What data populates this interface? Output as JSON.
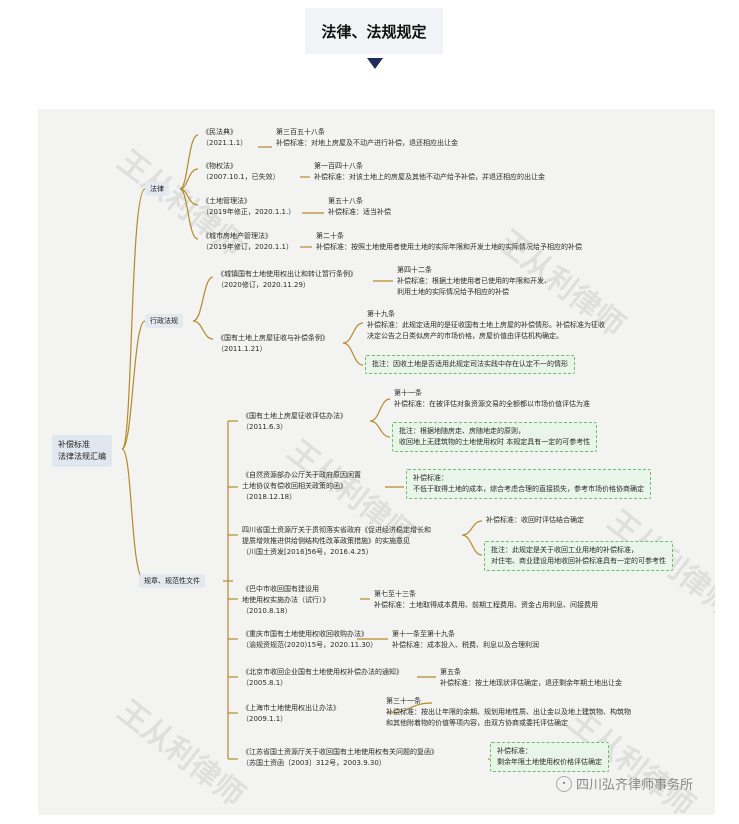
{
  "header": {
    "title": "法律、法规规定"
  },
  "root": {
    "line1": "补偿标准",
    "line2": "法律法规汇编"
  },
  "categories": {
    "law": "法律",
    "admin": "行政法规",
    "rules": "规章、规范性文件"
  },
  "law": [
    {
      "name": "《民法典》",
      "date": "（2021.1.1）",
      "article": "第三百五十八条",
      "detail": "补偿标准：对地上房屋及不动产进行补偿，退还相应出让金"
    },
    {
      "name": "《物权法》",
      "date": "（2007.10.1，已失效）",
      "article": "第一百四十八条",
      "detail": "补偿标准：对该土地上的房屋及其他不动产给予补偿，并退还相应的出让金"
    },
    {
      "name": "《土地管理法》",
      "date": "（2019年修正，2020.1.1.）",
      "article": "第五十八条",
      "detail": "补偿标准：适当补偿"
    },
    {
      "name": "《城市房地产管理法》",
      "date": "（2019年修订，2020.1.1）",
      "article": "第二十条",
      "detail": "补偿标准：按照土地使用者使用土地的实际年限和开发土地的实际情况给予相应的补偿"
    }
  ],
  "admin": [
    {
      "name": "《城镇国有土地使用权出让和转让暂行条例》",
      "date": "（2020修订，2020.11.29）",
      "article": "第四十二条",
      "detail1": "补偿标准：根据土地使用者已使用的年限和开发、",
      "detail2": "利用土地的实际情况给予相应的补偿"
    },
    {
      "name": "《国有土地上房屋征收与补偿条例》",
      "date": "（2011.1.21）",
      "article": "第十九条",
      "detail1": "补偿标准：此规定适用的是征收国有土地上房屋的补偿情形。补偿标准为征收",
      "detail2": "决定公告之日类似房产的市场价格，房屋价值由评估机构确定。",
      "note": "批注：因收土地是否适用此规定司法实践中存在认定不一的情形"
    }
  ],
  "rules": [
    {
      "name": "《国有土地上房屋征收评估办法》",
      "date": "（2011.6.3）",
      "article": "第十一条",
      "detail": "补偿标准：在被评估对象资源交易的全额都以市场价值评估为准",
      "note1": "批注：根据地随房走、房随地走的原则，",
      "note2": "收回地上无建筑物的土地使用权时 本规定具有一定的可参考性"
    },
    {
      "name1": "《自然资源部办公厅关于政府原因闲置",
      "name2": "土地协议有偿收回相关政策的函》",
      "date": "（2018.12.18）",
      "note1": "补偿标准：",
      "note2": "不低于取得土地的成本，综合考虑合理的直接损失，参考市场价格协商确定"
    },
    {
      "name1": "四川省国土资源厅关于贯彻落实省政府《促进经济稳定增长和",
      "name2": "提质增效推进供给侧结构性改革政策措施》的实施意见",
      "date": "（川国土资发[2016]56号，2016.4.25）",
      "detail": "补偿标准：收回时评估结合确定",
      "note1": "批注：此规定是关于收回工业用地的补偿标准，",
      "note2": "对住宅、商业建设用地收回补偿标准具有一定的可参考性"
    },
    {
      "name1": "《巴中市收回国有建设用",
      "name2": "地使用权实施办法（试行）》",
      "date": "（2010.8.18）",
      "article": "第七至十三条",
      "detail": "补偿标准：土地取得成本费用、前期工程费用、资金占用利息、间接费用"
    },
    {
      "name": "《重庆市国有土地使用权收回收购办法》",
      "date": "（渝规资规范(2020)15号，2020.11.30）",
      "article": "第十一条至第十九条",
      "detail": "补偿标准：成本投入、税费、利息以及合理利润"
    },
    {
      "name": "《北京市收回企业国有土地使用权补偿办法的通知》",
      "date": "（2005.8.1）",
      "article": "第五条",
      "detail": "补偿标准：按土地现状评估确定，退还剩余年期土地出让金"
    },
    {
      "name": "《上海市土地使用权出让办法》",
      "date": "（2009.1.1）",
      "article": "第三十一条",
      "detail1": "补偿标准：按出让年限的余期、规划用地性质、出让金以及地上建筑物、构筑物",
      "detail2": "和其他附着物的价值等项内容，由双方协商或委托评估确定"
    },
    {
      "name": "《江苏省国土资源厅关于收回国有土地使用权有关问题的复函》",
      "date": "（苏国土资函〔2003〕312号，2003.9.30）",
      "note1": "补偿标准：",
      "note2": "剩余年限土地使用权价格评估确定"
    }
  ],
  "watermark": {
    "text": "王从利律师"
  },
  "footer": {
    "brand": "四川弘齐律师事务所"
  }
}
